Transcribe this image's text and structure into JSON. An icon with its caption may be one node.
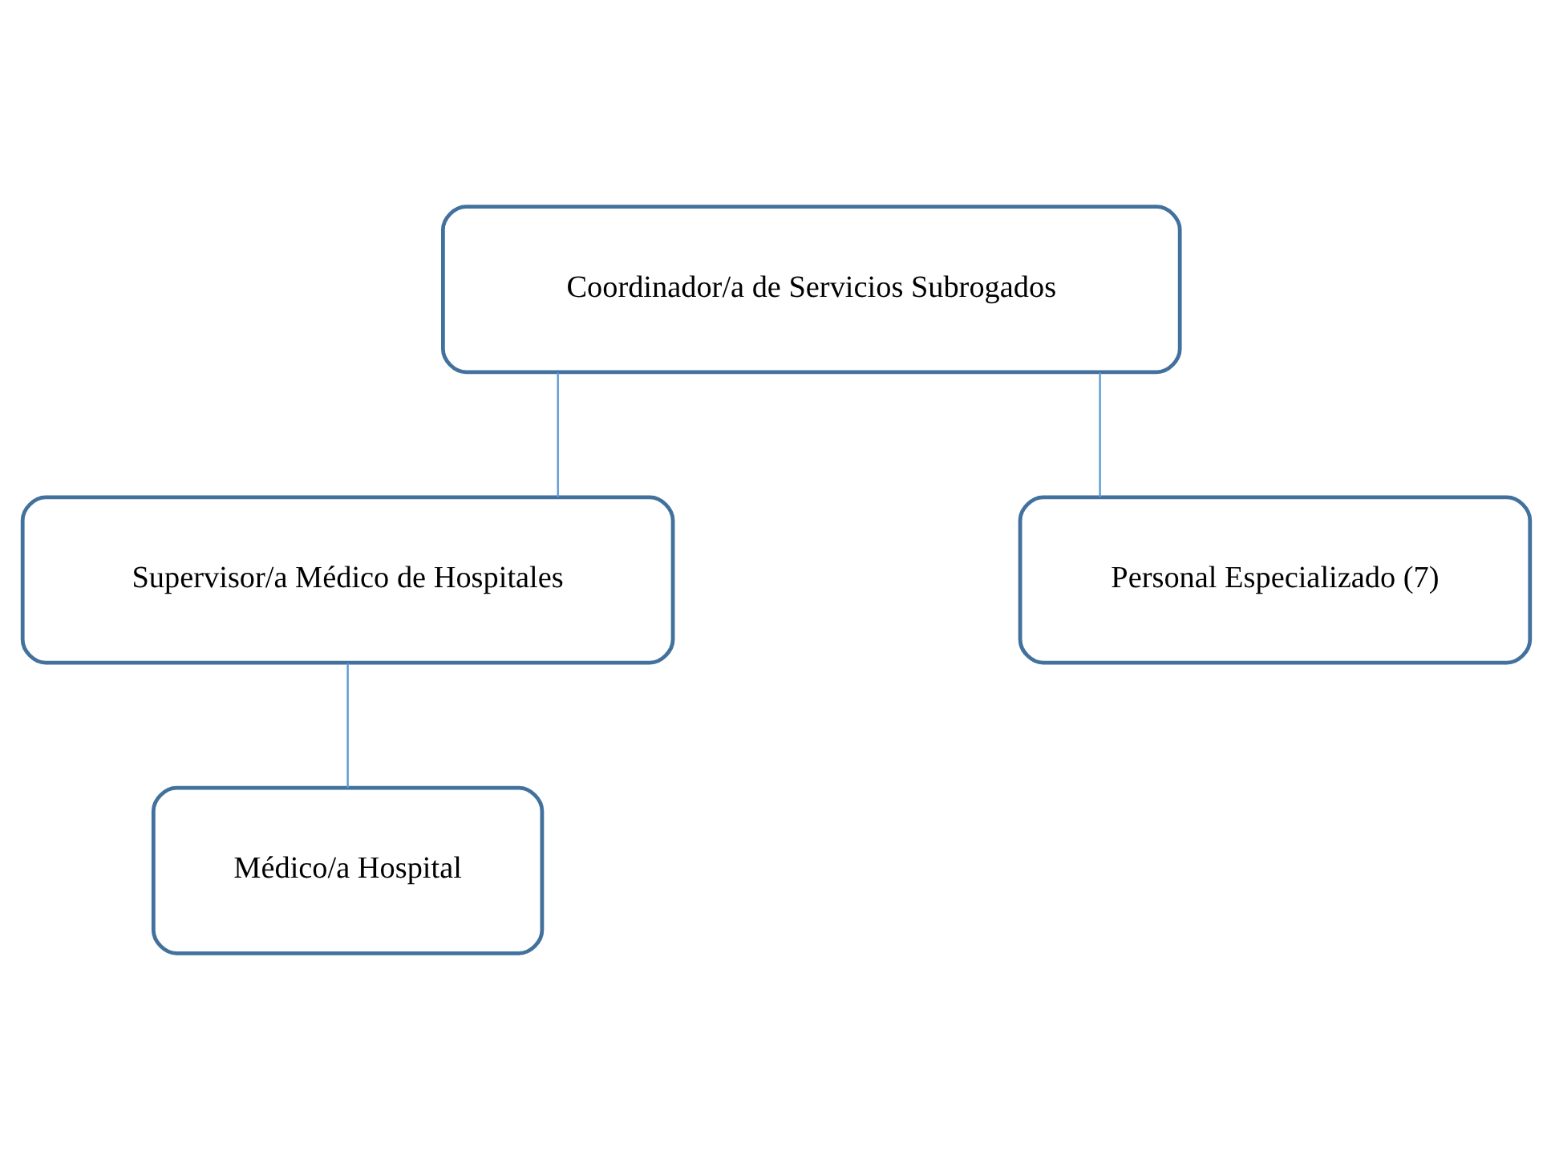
{
  "diagram": {
    "nodes": [
      {
        "text": [
          "Coordinador/a de Servicios Subrogados"
        ]
      },
      {
        "text": [
          "Supervisor/a Médico de Hospitales"
        ]
      },
      {
        "text": [
          "Personal Especializado (7)"
        ]
      },
      {
        "text": [
          "Médico/a Hospital"
        ]
      }
    ],
    "edges": [
      {
        "from": 0,
        "to": 1,
        "arrow": "none"
      },
      {
        "from": 0,
        "to": 2,
        "arrow": "none"
      },
      {
        "from": 1,
        "to": 3,
        "arrow": "none"
      }
    ]
  }
}
